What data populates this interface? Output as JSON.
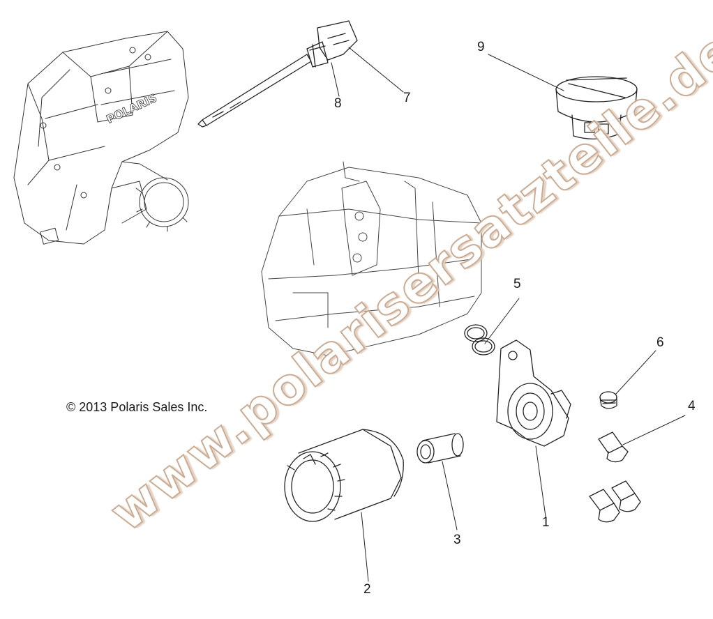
{
  "diagram": {
    "copyright": "© 2013 Polaris Sales Inc.",
    "watermark": "www.polarisersatzteile.de",
    "brand_label": "POLARIS",
    "callouts": [
      "1",
      "2",
      "3",
      "4",
      "5",
      "6",
      "7",
      "8",
      "9"
    ]
  }
}
